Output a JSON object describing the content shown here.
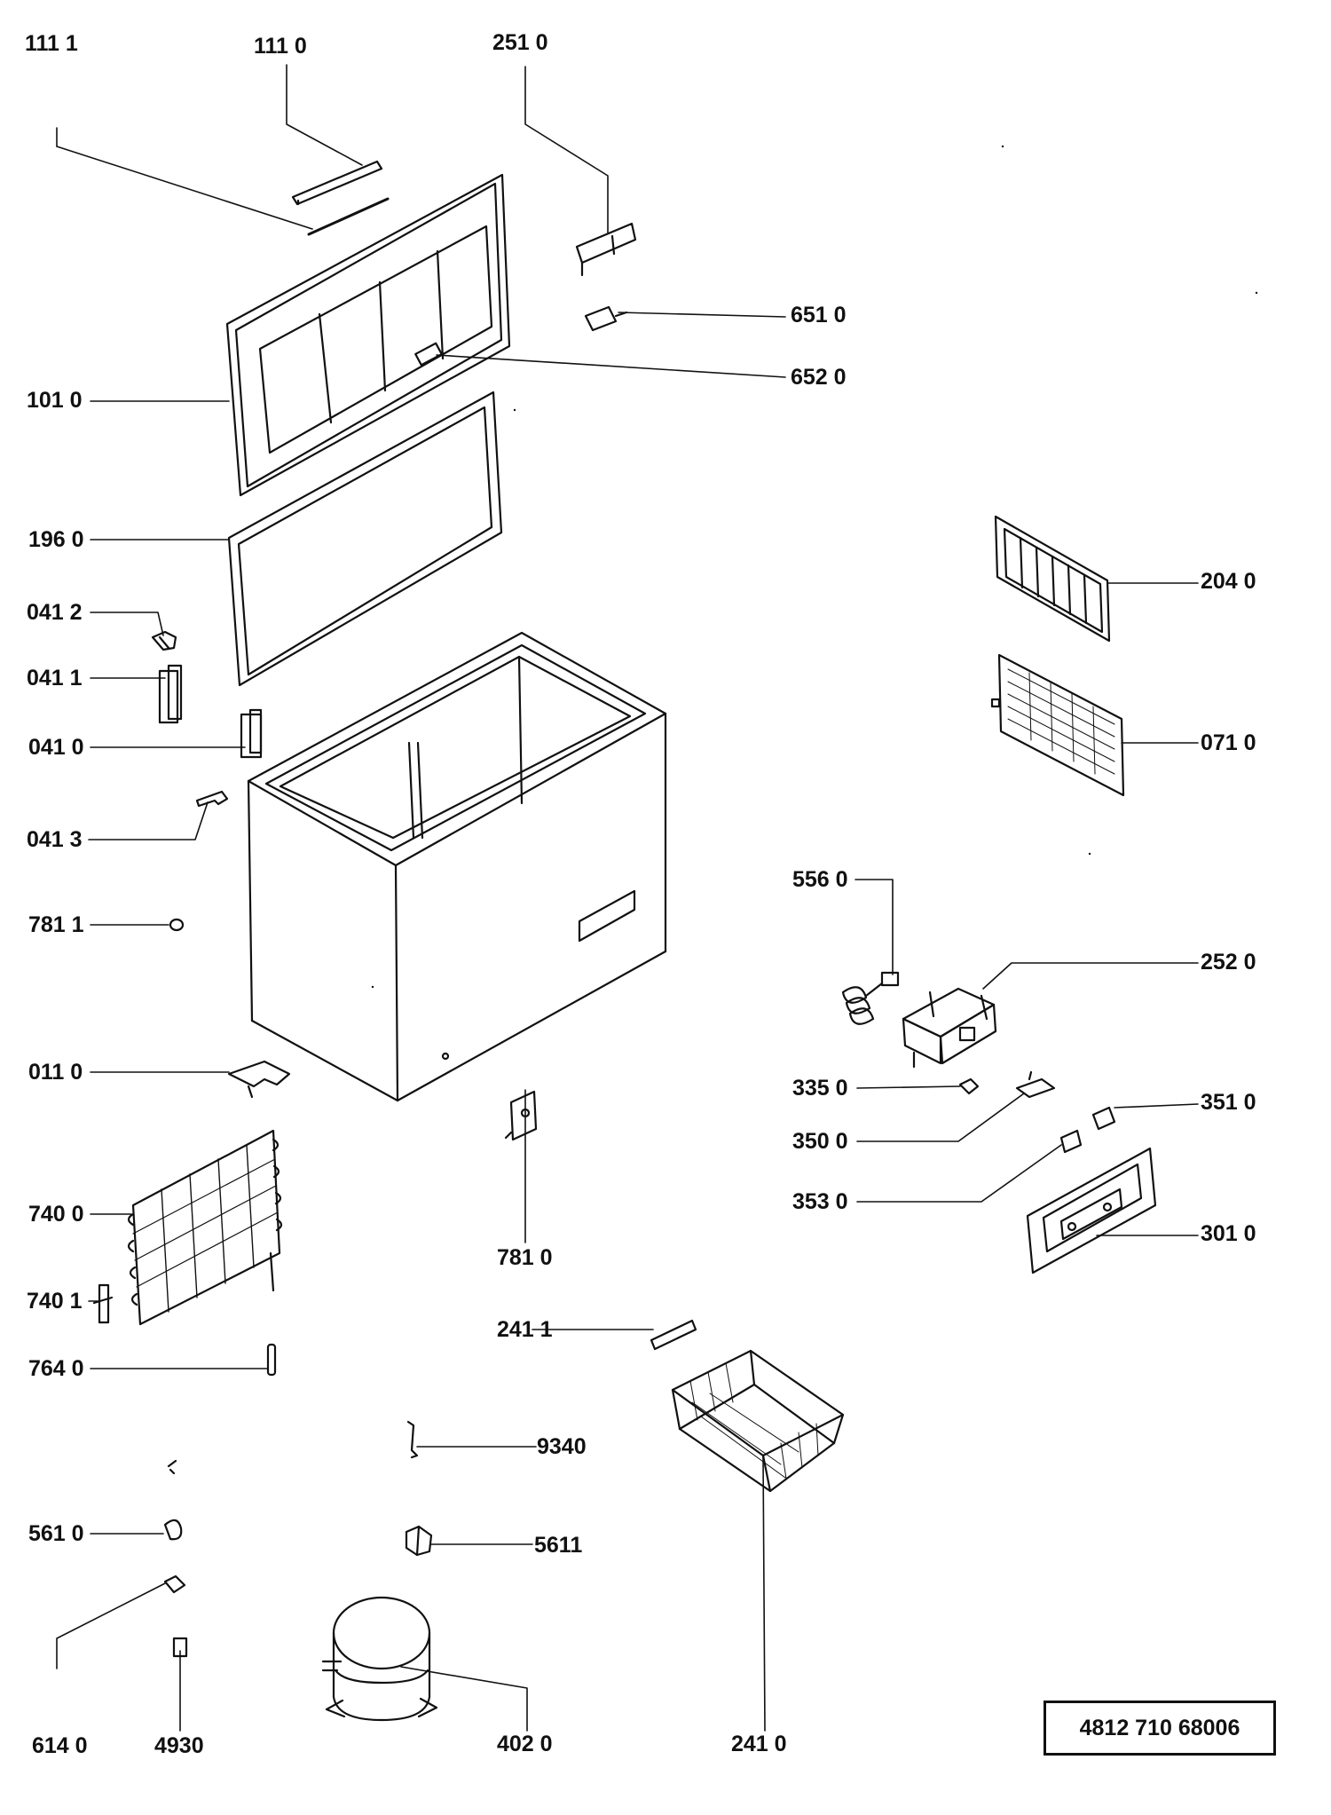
{
  "labels": {
    "p1111": "111 1",
    "p1110": "111 0",
    "p2510": "251 0",
    "p6510": "651 0",
    "p6520": "652 0",
    "p1010": "101 0",
    "p1960": "196 0",
    "p2040": "204 0",
    "p0412": "041 2",
    "p0411": "041 1",
    "p0410": "041 0",
    "p0710": "071 0",
    "p0413": "041 3",
    "p5560": "556 0",
    "p7811": "781 1",
    "p2520": "252 0",
    "p0110": "011 0",
    "p3350": "335 0",
    "p3510": "351 0",
    "p3500": "350 0",
    "p7400": "740 0",
    "p3530": "353 0",
    "p3010": "301 0",
    "p7810": "781 0",
    "p7401": "740 1",
    "p2411": "241 1",
    "p7640": "764 0",
    "p9340": "9340",
    "p5610": "561 0",
    "p5611": "5611",
    "p6140": "614 0",
    "p4930": "4930",
    "p4020": "402  0",
    "p2410": "241  0"
  },
  "document_number": "4812  710  68006"
}
